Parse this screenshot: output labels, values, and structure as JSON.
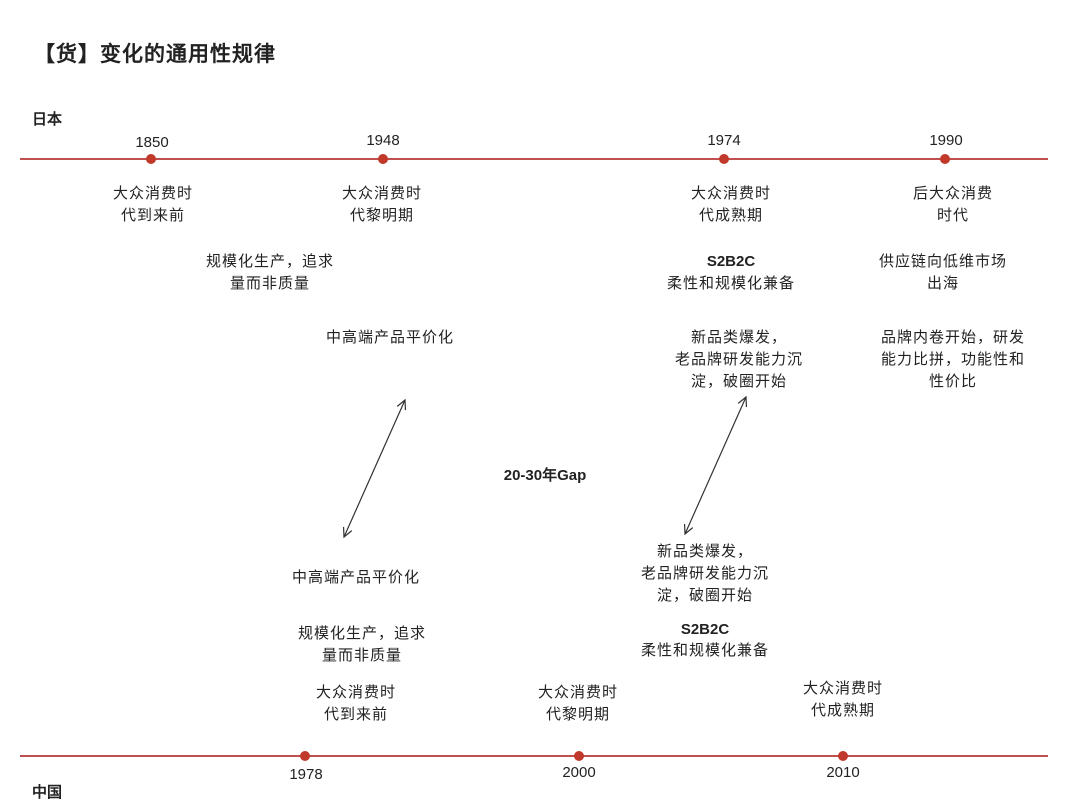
{
  "title": "【货】变化的通用性规律",
  "colors": {
    "timeline": "#c0504d",
    "dot": "#c0392b",
    "arrow": "#333333"
  },
  "japan": {
    "label": "日本",
    "years": [
      "1850",
      "1948",
      "1974",
      "1990"
    ],
    "col1850": {
      "stage": "大众消费时\n代到来前",
      "feature": "规模化生产，追求\n量而非质量"
    },
    "col1948": {
      "stage": "大众消费时\n代黎明期",
      "feature": "中高端产品平价化"
    },
    "col1974": {
      "stage": "大众消费时\n代成熟期",
      "model": "S2B2C",
      "feature": "柔性和规模化兼备",
      "category": "新品类爆发，\n老品牌研发能力沉\n淀，破圈开始"
    },
    "col1990": {
      "stage": "后大众消费\n时代",
      "feature": "供应链向低维市场\n出海",
      "category": "品牌内卷开始，研发\n能力比拼，功能性和\n性价比"
    }
  },
  "gap": "20-30年Gap",
  "china": {
    "label": "中国",
    "years": [
      "1978",
      "2000",
      "2010"
    ],
    "col1978": {
      "feature1": "中高端产品平价化",
      "feature2": "规模化生产，追求\n量而非质量",
      "stage": "大众消费时\n代到来前"
    },
    "col2000": {
      "stage": "大众消费时\n代黎明期"
    },
    "col2010": {
      "category": "新品类爆发，\n老品牌研发能力沉\n淀，破圈开始",
      "model": "S2B2C",
      "feature": "柔性和规模化兼备",
      "stage": "大众消费时\n代成熟期"
    }
  }
}
